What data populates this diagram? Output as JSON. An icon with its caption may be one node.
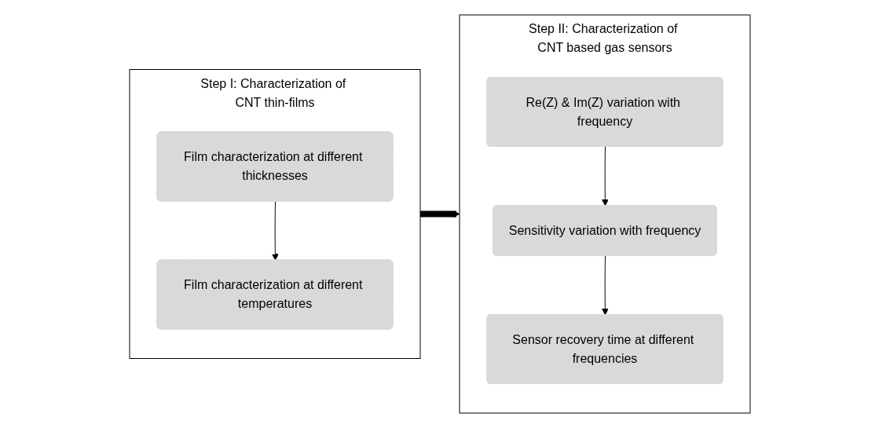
{
  "diagram": {
    "nodes": [
      {
        "text": [
          "Step I: Characterization of CNT thin-films"
        ]
      },
      {
        "text": [
          "Film characterization at different thicknesses"
        ],
        "in": 0
      },
      {
        "text": [
          "Film characterization at different temperatures"
        ],
        "in": 0
      },
      {
        "text": [
          "Step II: Characterization of CNT based gas sensors"
        ]
      },
      {
        "text": [
          "Re(Z) & Im(Z) variation with frequency"
        ],
        "in": 3
      },
      {
        "text": [
          "Sensitivity variation with frequency"
        ],
        "in": 3
      },
      {
        "text": [
          "Sensor recovery time at different frequencies"
        ],
        "in": 3
      }
    ],
    "edges": [
      {
        "from": 1,
        "to": 2,
        "arrow": "to"
      },
      {
        "from": 4,
        "to": 5,
        "arrow": "to"
      },
      {
        "from": 5,
        "to": 6,
        "arrow": "to"
      },
      {
        "from": 0,
        "to": 3,
        "arrow": "to",
        "style": "thick"
      }
    ]
  }
}
